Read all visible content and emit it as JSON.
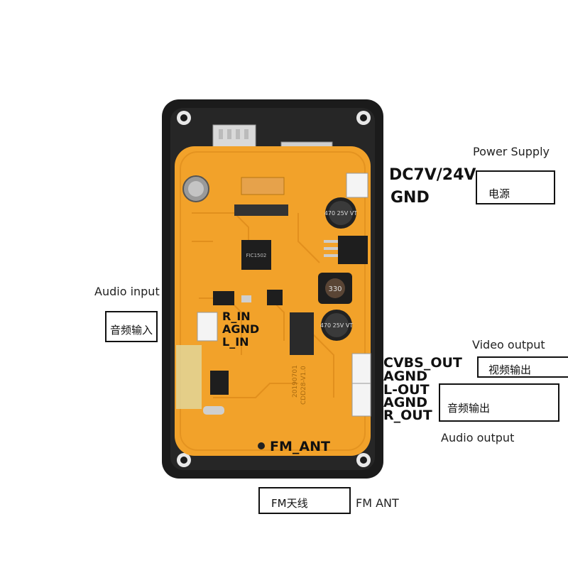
{
  "labels": {
    "power_supply_en": "Power Supply",
    "power_supply_cn": "电源",
    "power_pin1": "DC7V/24V",
    "power_pin2": "GND",
    "audio_input_en": "Audio input",
    "audio_input_cn": "音频输入",
    "audio_in_pins": [
      "R_IN",
      "AGND",
      "L_IN"
    ],
    "video_output_en": "Video output",
    "video_output_cn": "视频输出",
    "output_pins": [
      "CVBS_OUT",
      "AGND",
      "L-OUT",
      "AGND",
      "R_OUT"
    ],
    "audio_output_cn": "音频输出",
    "audio_output_en": "Audio output",
    "fm_ant_pin": "FM_ANT",
    "fm_ant_cn": "FM天线",
    "fm_ant_en": "FM ANT"
  },
  "board_text": {
    "cap1": "470 25V VT",
    "cap2": "470 25V VT",
    "inductor": "330",
    "date": "20190701",
    "model": "CDD28-V1.0",
    "chip": "FIC1502"
  },
  "colors": {
    "pcb": "#f2a22a",
    "pcb_dark": "#d98a1a",
    "frame": "#1b1b1b",
    "chip": "#1e1e1e"
  }
}
